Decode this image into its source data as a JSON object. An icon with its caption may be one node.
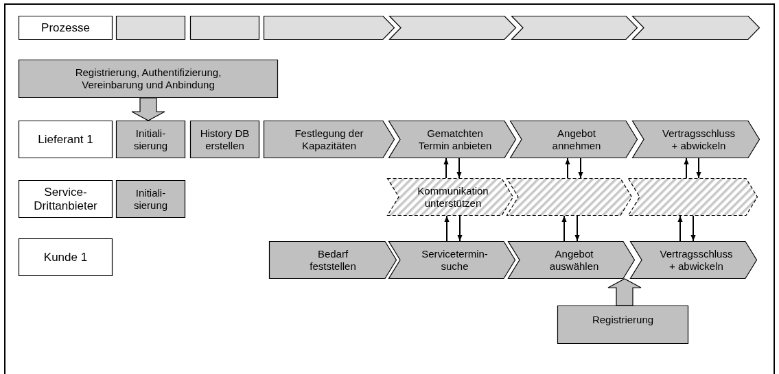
{
  "diagram": {
    "nodes": [
      {
        "text": [
          "Prozesse"
        ]
      },
      {
        "text": [],
        "shape": "box"
      },
      {
        "text": [],
        "shape": "box"
      },
      {
        "text": [],
        "shape": "chevron"
      },
      {
        "text": [],
        "shape": "chevron"
      },
      {
        "text": [],
        "shape": "chevron"
      },
      {
        "text": [],
        "shape": "chevron"
      },
      {
        "text": [
          "Registrierung, Authentifizierung, Vereinbarung und Anbindung"
        ]
      },
      {
        "text": [
          "Lieferant 1"
        ]
      },
      {
        "text": [
          "Initiali- sierung"
        ]
      },
      {
        "text": [
          "History DB erstellen"
        ]
      },
      {
        "text": [
          "Festlegung der Kapazitäten"
        ]
      },
      {
        "text": [
          "Gematchten Termin anbieten"
        ]
      },
      {
        "text": [
          "Angebot annehmen"
        ]
      },
      {
        "text": [
          "Vertragsschluss + abwickeln"
        ]
      },
      {
        "text": [
          "Service- Drittanbieter"
        ]
      },
      {
        "text": [
          "Initiali- sierung"
        ]
      },
      {
        "text": [
          "Kommunikation unterstützen"
        ]
      },
      {
        "text": [],
        "shape": "chevron"
      },
      {
        "text": [],
        "shape": "chevron"
      },
      {
        "text": [
          "Kunde 1"
        ]
      },
      {
        "text": [
          "Bedarf feststellen"
        ]
      },
      {
        "text": [
          "Servicetermin- suche"
        ]
      },
      {
        "text": [
          "Angebot auswählen"
        ]
      },
      {
        "text": [
          "Vertragsschluss + abwickeln"
        ]
      },
      {
        "text": [
          "Registrierung"
        ]
      }
    ],
    "edges": [
      {
        "from": 7,
        "to": 9,
        "arrow": "to",
        "style": "thick"
      },
      {
        "from": 17,
        "to": 12,
        "arrow": "to"
      },
      {
        "from": 12,
        "to": 17,
        "arrow": "to"
      },
      {
        "from": 18,
        "to": 13,
        "arrow": "to"
      },
      {
        "from": 13,
        "to": 18,
        "arrow": "to"
      },
      {
        "from": 19,
        "to": 14,
        "arrow": "to"
      },
      {
        "from": 14,
        "to": 19,
        "arrow": "to"
      },
      {
        "from": 22,
        "to": 17,
        "arrow": "to"
      },
      {
        "from": 17,
        "to": 22,
        "arrow": "to"
      },
      {
        "from": 23,
        "to": 18,
        "arrow": "to"
      },
      {
        "from": 18,
        "to": 23,
        "arrow": "to"
      },
      {
        "from": 24,
        "to": 19,
        "arrow": "to"
      },
      {
        "from": 19,
        "to": 24,
        "arrow": "to"
      },
      {
        "from": 25,
        "to": 23,
        "arrow": "to",
        "style": "thick"
      }
    ]
  }
}
